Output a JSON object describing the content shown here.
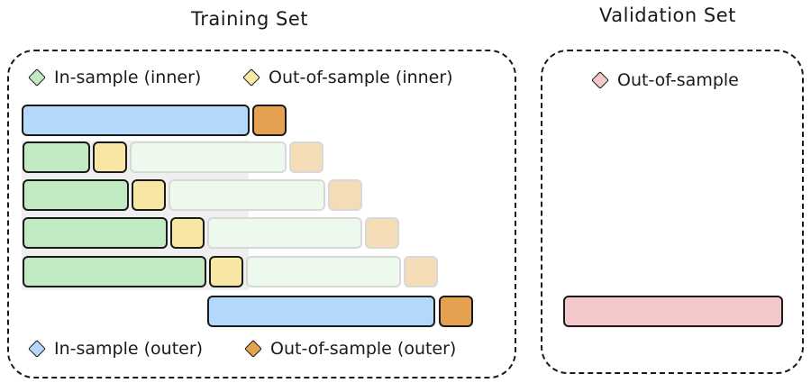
{
  "titles": {
    "training": "Training Set",
    "validation": "Validation Set"
  },
  "legend": {
    "inner_in": "In-sample (inner)",
    "inner_out": "Out-of-sample (inner)",
    "outer_in": "In-sample (outer)",
    "outer_out": "Out-of-sample (outer)",
    "validation_out": "Out-of-sample"
  },
  "colors": {
    "in_sample_outer": "#b4d8fb",
    "out_of_sample_outer": "#e4a14f",
    "in_sample_inner": "#c1e9c2",
    "out_of_sample_inner": "#f7e7a2",
    "validation_out_of_sample": "#f4c8cb"
  }
}
